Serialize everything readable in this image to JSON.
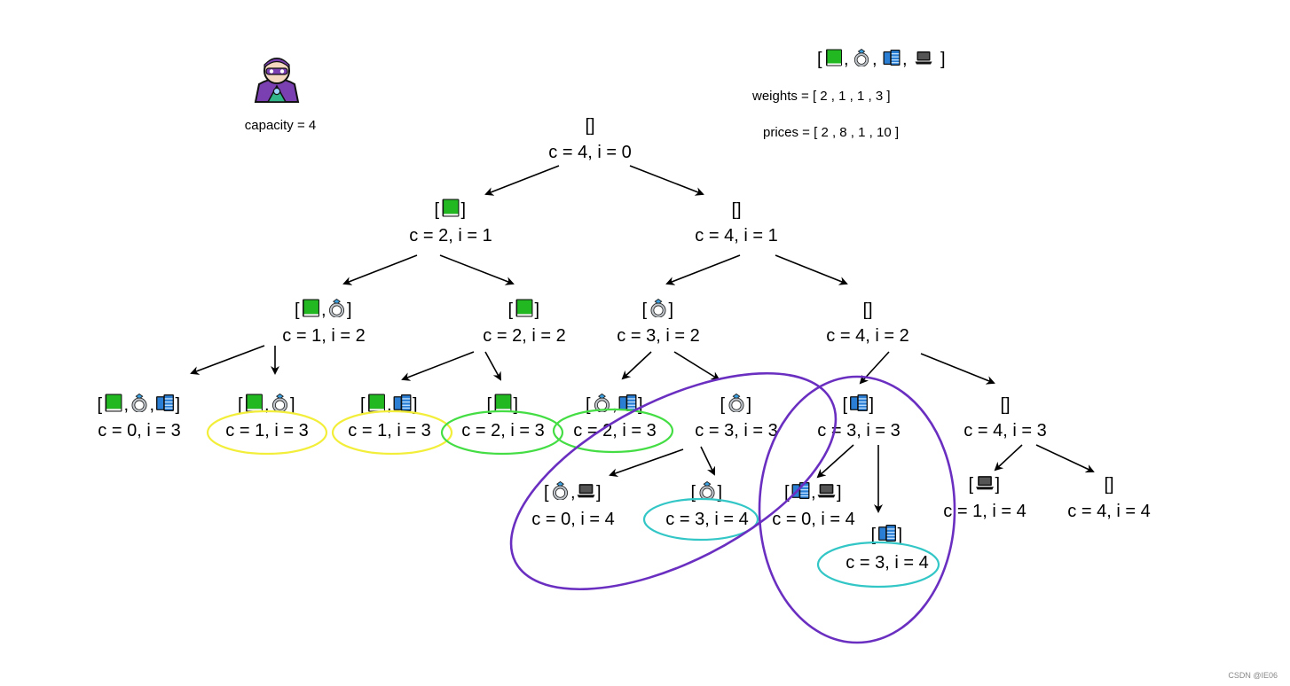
{
  "header": {
    "items_open": "[",
    "items_close": "]",
    "item_icons": [
      "book-icon",
      "ring-icon",
      "books-stack-icon",
      "laptop-icon"
    ],
    "weights_label": "weights = [ 2   ,  1   ,   1  ,   3   ]",
    "prices_label": "prices = [ 2   ,  8  ,   1  ,   10  ]",
    "capacity_label": "capacity = 4"
  },
  "colors": {
    "book": "#22b822",
    "ring": "#9aa3aa",
    "gem": "#3aa0e0",
    "books": "#2a7fd4",
    "laptop": "#333333",
    "thief_hood": "#7a3fb0",
    "yellow_circle": "#f2ee3a",
    "green_circle": "#44dd44",
    "cyan_circle": "#33c6c6",
    "purple_circle": "#6a2fc0"
  },
  "nodes": [
    {
      "id": "root",
      "state": "c = 4, i = 0",
      "bag": "[]",
      "icons": []
    },
    {
      "id": "n1a",
      "state": "c = 2, i = 1",
      "bag": "",
      "icons": [
        "book"
      ]
    },
    {
      "id": "n1b",
      "state": "c = 4, i = 1",
      "bag": "[]",
      "icons": []
    },
    {
      "id": "n2a",
      "state": "c = 1, i = 2",
      "bag": "",
      "icons": [
        "book",
        "ring"
      ]
    },
    {
      "id": "n2b",
      "state": "c = 2, i = 2",
      "bag": "",
      "icons": [
        "book"
      ]
    },
    {
      "id": "n2c",
      "state": "c = 3, i = 2",
      "bag": "",
      "icons": [
        "ring"
      ]
    },
    {
      "id": "n2d",
      "state": "c = 4, i = 2",
      "bag": "[]",
      "icons": []
    },
    {
      "id": "n3a",
      "state": "c = 0, i = 3",
      "bag": "",
      "icons": [
        "book",
        "ring",
        "books"
      ]
    },
    {
      "id": "n3b",
      "state": "c = 1, i = 3",
      "bag": "",
      "icons": [
        "book",
        "ring"
      ]
    },
    {
      "id": "n3c",
      "state": "c = 1, i = 3",
      "bag": "",
      "icons": [
        "book",
        "books"
      ]
    },
    {
      "id": "n3d",
      "state": "c = 2, i = 3",
      "bag": "",
      "icons": [
        "book"
      ]
    },
    {
      "id": "n3e",
      "state": "c = 2, i = 3",
      "bag": "",
      "icons": [
        "ring",
        "books"
      ]
    },
    {
      "id": "n3f",
      "state": "c = 3, i = 3",
      "bag": "",
      "icons": [
        "ring"
      ]
    },
    {
      "id": "n3g",
      "state": "c = 3, i = 3",
      "bag": "",
      "icons": [
        "books"
      ]
    },
    {
      "id": "n3h",
      "state": "c = 4, i = 3",
      "bag": "[]",
      "icons": []
    },
    {
      "id": "n4a",
      "state": "c = 0, i = 4",
      "bag": "",
      "icons": [
        "ring",
        "laptop"
      ]
    },
    {
      "id": "n4b",
      "state": "c = 3, i = 4",
      "bag": "",
      "icons": [
        "ring"
      ]
    },
    {
      "id": "n4c",
      "state": "c = 0, i = 4",
      "bag": "",
      "icons": [
        "books",
        "laptop"
      ]
    },
    {
      "id": "n4d",
      "state": "c = 3, i = 4",
      "bag": "",
      "icons": [
        "books"
      ]
    },
    {
      "id": "n4e",
      "state": "c = 1, i = 4",
      "bag": "",
      "icons": [
        "laptop"
      ]
    },
    {
      "id": "n4f",
      "state": "c = 4, i = 4",
      "bag": "[]",
      "icons": []
    }
  ],
  "watermark": "CSDN @IE06"
}
